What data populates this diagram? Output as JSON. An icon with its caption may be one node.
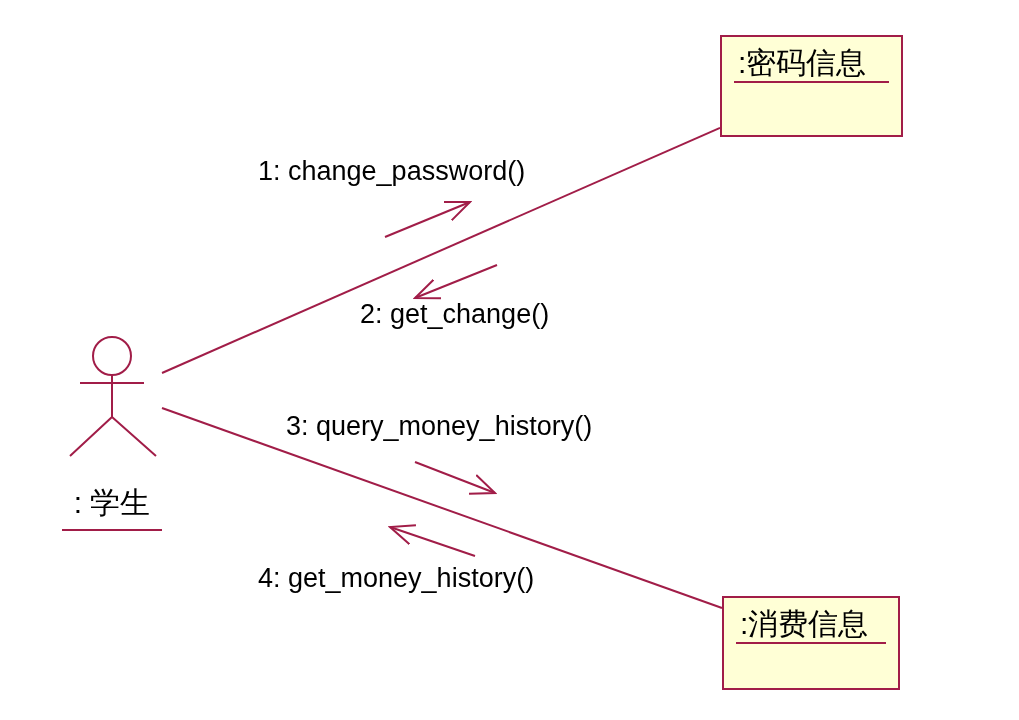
{
  "diagram": {
    "nodes": [
      {
        "text": [
          ": 学生"
        ]
      },
      {
        "text": [
          ":密码信息"
        ]
      },
      {
        "text": [
          ":消费信息"
        ]
      }
    ],
    "edges": [
      {
        "from": 0,
        "to": 1,
        "arrow": "none"
      },
      {
        "from": 0,
        "to": 2,
        "arrow": "none"
      }
    ],
    "labels": [
      "1: change_password()",
      "2: get_change()",
      "3: query_money_history()",
      "4: get_money_history()"
    ]
  }
}
